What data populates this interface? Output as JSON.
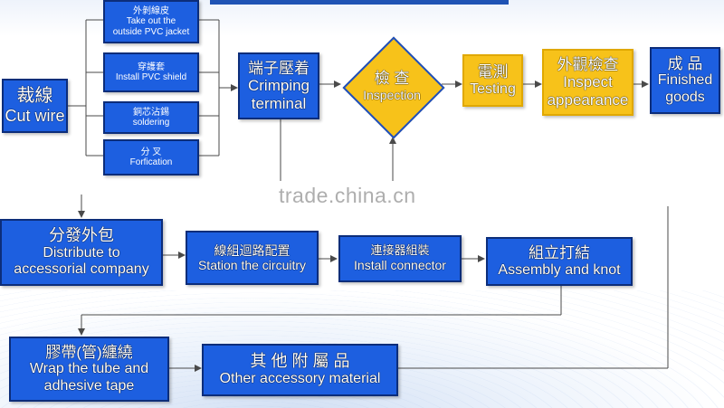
{
  "steps": {
    "cut_wire": {
      "zh": "裁線",
      "en": "Cut wire"
    },
    "take_out_pvc": {
      "zh": "外剝線皮",
      "en1": "Take out  the",
      "en2": "outside PVC jacket"
    },
    "install_pvc_shield": {
      "zh": "穿護套",
      "en": "Install PVC shield"
    },
    "soldering": {
      "zh": "銅芯沾錫",
      "en": "soldering"
    },
    "forfication": {
      "zh": "分 叉",
      "en": "Forfication"
    },
    "crimping": {
      "zh": "端子壓着",
      "en1": "Crimping",
      "en2": "terminal"
    },
    "inspection": {
      "zh": "檢 查",
      "en": "Inspection"
    },
    "testing": {
      "zh": "電測",
      "en": "Testing"
    },
    "inspect_appearance": {
      "zh": "外觀檢查",
      "en1": "Inspect",
      "en2": "appearance"
    },
    "finished_goods": {
      "zh": "成 品",
      "en1": "Finished",
      "en2": "goods"
    },
    "distribute": {
      "zh": "分發外包",
      "en1": "Distribute to",
      "en2": "accessorial company"
    },
    "station_circuitry": {
      "zh": "線組迴路配置",
      "en": "Station the circuitry"
    },
    "install_connector": {
      "zh": "連接器組裝",
      "en": "Install connector"
    },
    "assembly_knot": {
      "zh": "組立打結",
      "en": "Assembly and knot"
    },
    "wrap_tube": {
      "zh": "膠帶(管)纏繞",
      "en1": "Wrap the tube and",
      "en2": "adhesive tape"
    },
    "other_accessory": {
      "zh": "其 他 附 屬 品",
      "en": "Other accessory material"
    }
  },
  "watermark": "trade.china.cn",
  "colors": {
    "blue_box": "#1d5fe0",
    "yellow_box": "#f7c21a",
    "line": "#4a4a4a"
  }
}
